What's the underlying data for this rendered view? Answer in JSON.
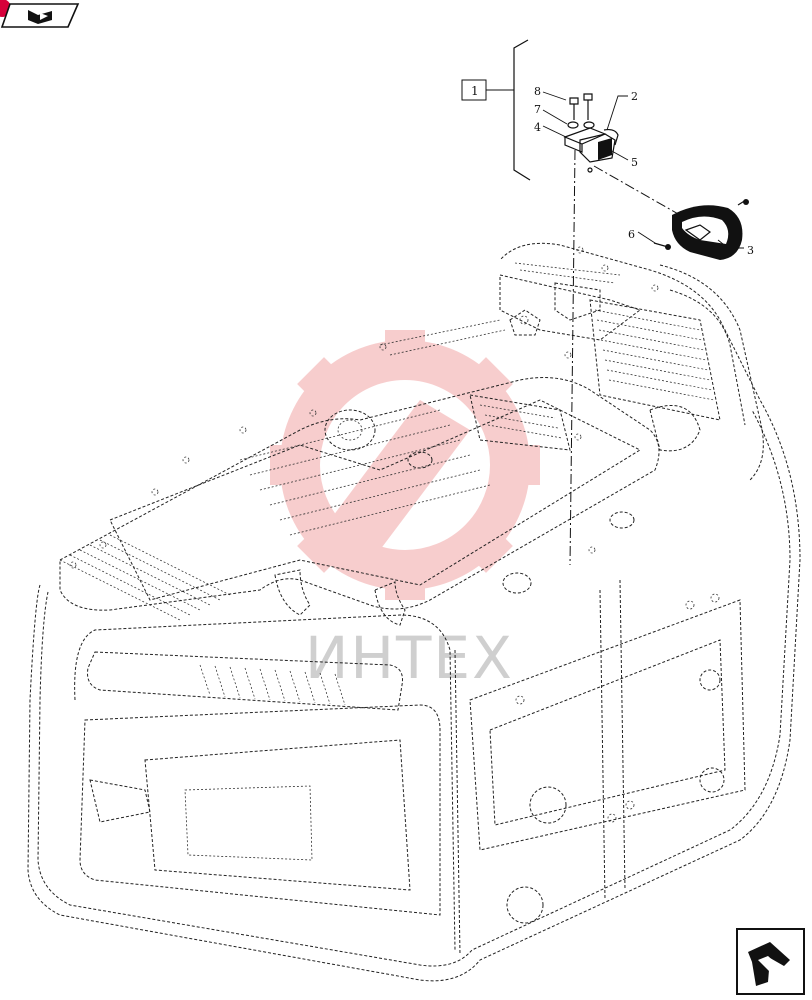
{
  "diagram": {
    "reference_box": "1",
    "callouts": [
      {
        "id": "c2",
        "label": "2"
      },
      {
        "id": "c3",
        "label": "3"
      },
      {
        "id": "c4",
        "label": "4"
      },
      {
        "id": "c5",
        "label": "5"
      },
      {
        "id": "c6",
        "label": "6"
      },
      {
        "id": "c7",
        "label": "7"
      },
      {
        "id": "c8",
        "label": "8"
      }
    ],
    "watermark_text": "ИНТЕХ",
    "colors": {
      "lines": "#111111",
      "watermark_logo": "#f2b3b3",
      "watermark_text": "#cfcfcf",
      "corner_dot": "#d6003a"
    },
    "icons": [
      "nav-prev-icon",
      "nav-next-icon"
    ]
  }
}
